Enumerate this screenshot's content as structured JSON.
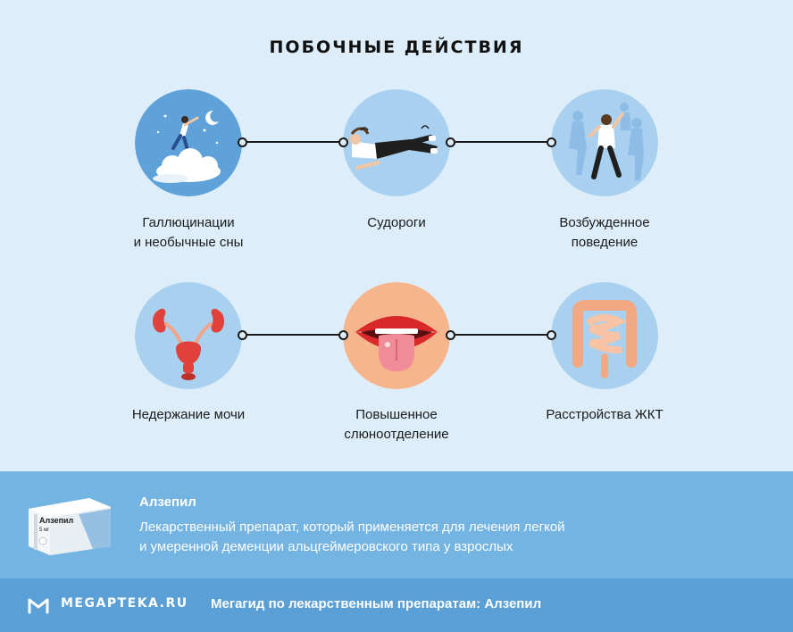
{
  "title": "ПОБОЧНЫЕ ДЕЙСТВИЯ",
  "effects": [
    {
      "label_line1": "Галлюцинации",
      "label_line2": "и необычные сны",
      "icon": "hallucinations-icon"
    },
    {
      "label_line1": "Судороги",
      "label_line2": "",
      "icon": "seizures-icon"
    },
    {
      "label_line1": "Возбужденное",
      "label_line2": "поведение",
      "icon": "agitation-icon"
    },
    {
      "label_line1": "Недержание мочи",
      "label_line2": "",
      "icon": "urinary-icon"
    },
    {
      "label_line1": "Повышенное",
      "label_line2": "слюноотделение",
      "icon": "salivation-icon"
    },
    {
      "label_line1": "Расстройства ЖКТ",
      "label_line2": "",
      "icon": "gi-icon"
    }
  ],
  "drug": {
    "name": "Алзепил",
    "description_line1": "Лекарственный препарат, который применяется для лечения легкой",
    "description_line2": "и умеренной деменции альцгеймеровского типа у взрослых",
    "pack_name": "Алзепил",
    "pack_dose": "5 мг"
  },
  "footer": {
    "brand": "MEGAPTEKA.RU",
    "text": "Мегагид по лекарственным препаратам: Алзепил"
  },
  "colors": {
    "background": "#ddeefa",
    "circle": "#a9d0ee",
    "circle_dark": "#5ea2d9",
    "info_band": "#74b4e2",
    "footer_band": "#5a9fd6",
    "mouth_circle": "#f6b68d"
  }
}
